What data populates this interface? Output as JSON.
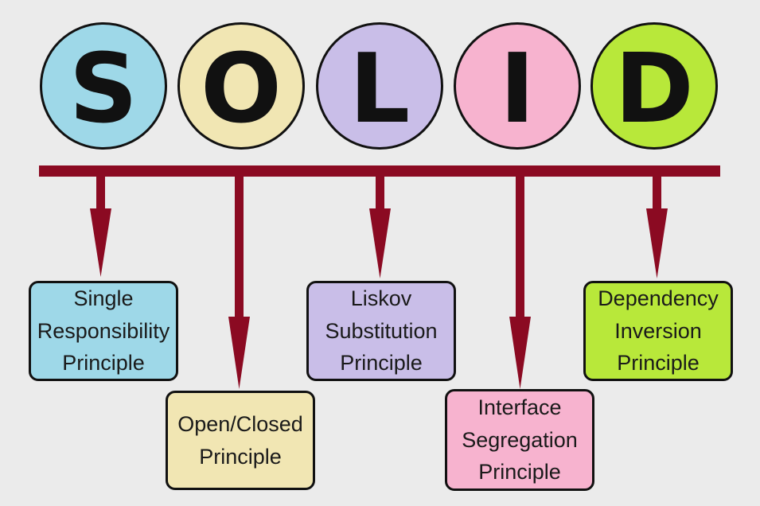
{
  "acronym": {
    "letters": [
      {
        "char": "S",
        "color": "#9ed8e8"
      },
      {
        "char": "O",
        "color": "#f1e6b3"
      },
      {
        "char": "L",
        "color": "#c9bee8"
      },
      {
        "char": "I",
        "color": "#f7b3cf"
      },
      {
        "char": "D",
        "color": "#b8e83a"
      }
    ]
  },
  "principles": [
    {
      "id": "s",
      "label": "Single\nResponsibility\nPrinciple",
      "color": "#9ed8e8"
    },
    {
      "id": "o",
      "label": "Open/Closed\nPrinciple",
      "color": "#f1e6b3"
    },
    {
      "id": "l",
      "label": "Liskov\nSubstitution\nPrinciple",
      "color": "#c9bee8"
    },
    {
      "id": "i",
      "label": "Interface\nSegregation\nPrinciple",
      "color": "#f7b3cf"
    },
    {
      "id": "d",
      "label": "Dependency\nInversion\nPrinciple",
      "color": "#b8e83a"
    }
  ],
  "connector_color": "#8b0a22"
}
